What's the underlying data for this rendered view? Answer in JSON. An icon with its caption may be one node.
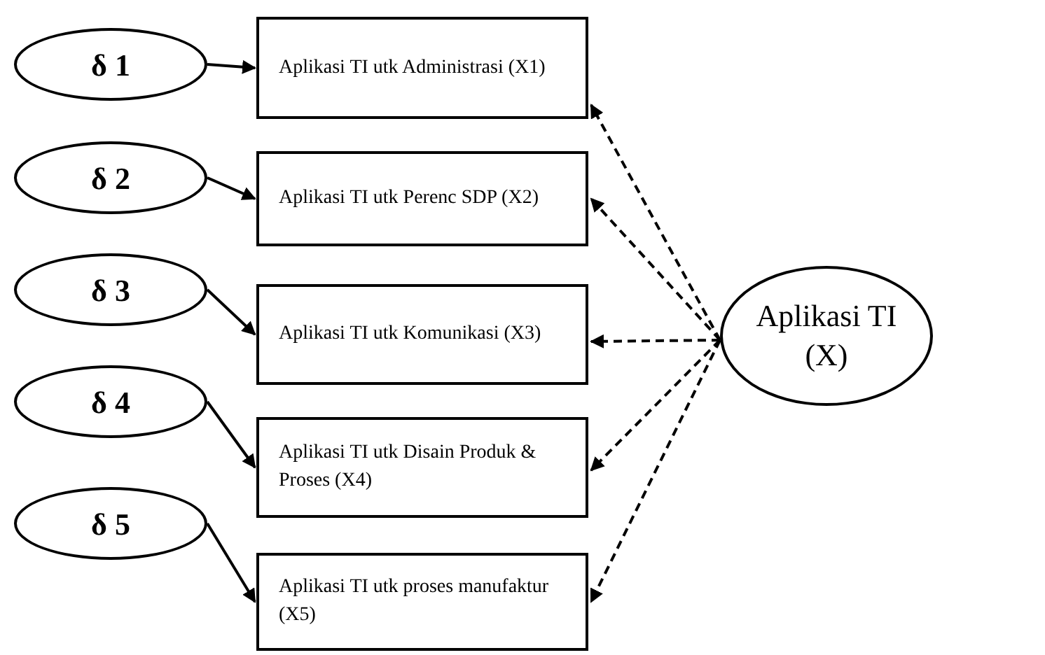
{
  "diagram": {
    "nodes": [
      {
        "text": [
          "δ 1"
        ]
      },
      {
        "text": [
          "δ 2"
        ]
      },
      {
        "text": [
          "δ 3"
        ]
      },
      {
        "text": [
          "δ 4"
        ]
      },
      {
        "text": [
          "δ 5"
        ]
      },
      {
        "text": [
          "Aplikasi TI utk Administrasi (X1)"
        ]
      },
      {
        "text": [
          "Aplikasi TI utk Perenc SDP (X2)"
        ]
      },
      {
        "text": [
          "Aplikasi TI utk Komunikasi (X3)"
        ]
      },
      {
        "text": [
          "Aplikasi TI utk Disain Produk & Proses (X4)"
        ]
      },
      {
        "text": [
          "Aplikasi TI utk proses manufaktur (X5)"
        ]
      },
      {
        "text": [
          "Aplikasi TI (X)"
        ]
      }
    ],
    "edges": [
      {
        "from": 0,
        "to": 5,
        "arrow": "to"
      },
      {
        "from": 1,
        "to": 6,
        "arrow": "to"
      },
      {
        "from": 2,
        "to": 7,
        "arrow": "to"
      },
      {
        "from": 3,
        "to": 8,
        "arrow": "to"
      },
      {
        "from": 4,
        "to": 9,
        "arrow": "to"
      },
      {
        "from": 10,
        "to": 5,
        "arrow": "to",
        "style": "dashed"
      },
      {
        "from": 10,
        "to": 6,
        "arrow": "to",
        "style": "dashed"
      },
      {
        "from": 10,
        "to": 7,
        "arrow": "to",
        "style": "dashed"
      },
      {
        "from": 10,
        "to": 8,
        "arrow": "to",
        "style": "dashed"
      },
      {
        "from": 10,
        "to": 9,
        "arrow": "to",
        "style": "dashed"
      }
    ]
  }
}
